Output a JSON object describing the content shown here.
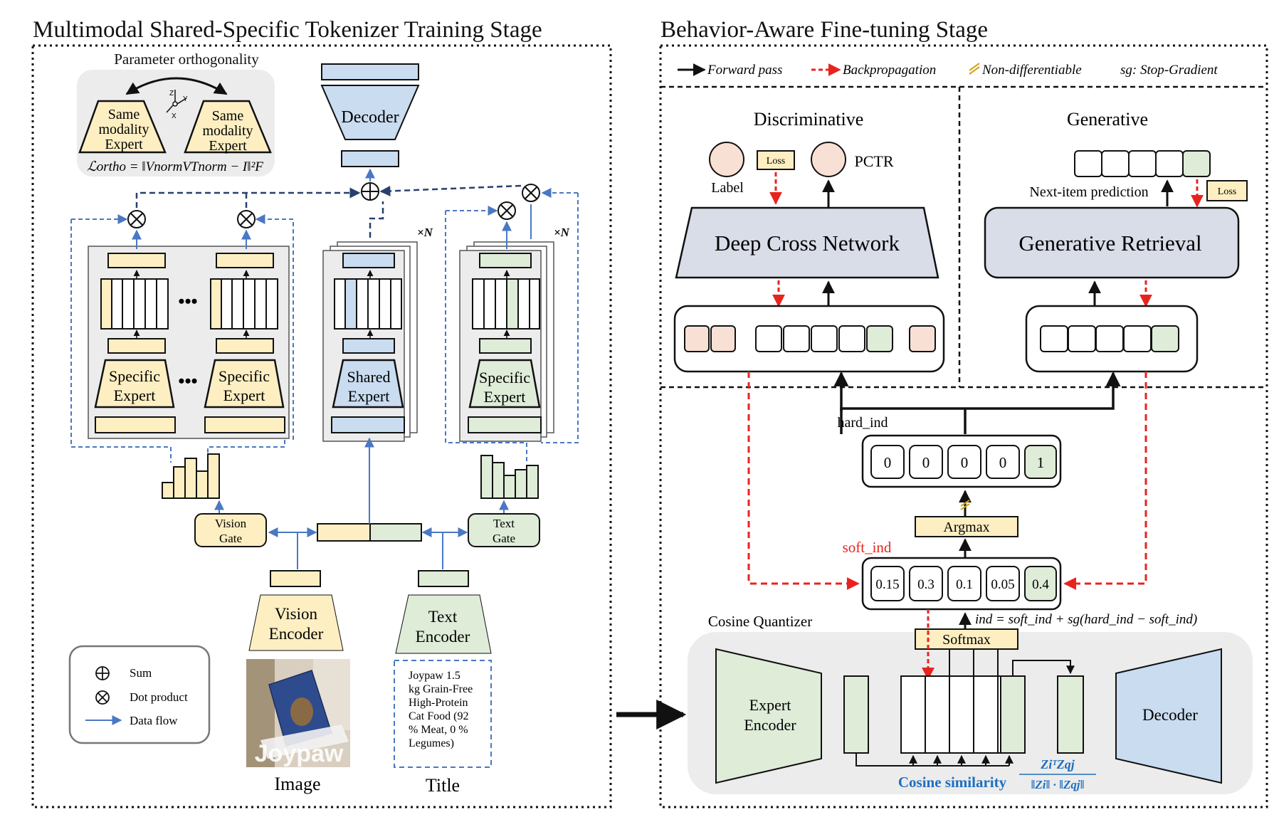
{
  "left_title": "Multimodal Shared-Specific Tokenizer Training Stage",
  "right_title": "Behavior-Aware Fine-tuning Stage",
  "ortho": {
    "title": "Parameter orthogonality",
    "expert_line1": "Same",
    "expert_line2": "modality",
    "expert_line3": "Expert",
    "axis_z": "Z",
    "axis_y": "Y",
    "axis_x": "X",
    "loss": "ℒortho = ‖VnormVTnorm − I‖²F"
  },
  "left": {
    "decoder": "Decoder",
    "dots": "•••",
    "specific_expert_line1": "Specific",
    "specific_expert_line2": "Expert",
    "shared_expert_line1": "Shared",
    "shared_expert_line2": "Expert",
    "times_n": "×N",
    "vision_gate_line1": "Vision",
    "vision_gate_line2": "Gate",
    "text_gate_line1": "Text",
    "text_gate_line2": "Gate",
    "vision_encoder_line1": "Vision",
    "vision_encoder_line2": "Encoder",
    "text_encoder_line1": "Text",
    "text_encoder_line2": "Encoder",
    "image_brand": "Joypaw",
    "title_text_lines": [
      "Joypaw 1.5",
      "kg Grain-Free",
      "High-Protein",
      "Cat Food (92",
      "% Meat, 0 %",
      "Legumes)"
    ],
    "image_label": "Image",
    "title_label": "Title"
  },
  "legend": {
    "sum": "Sum",
    "dot": "Dot product",
    "flow": "Data flow"
  },
  "right": {
    "legend_forward": "Forward pass",
    "legend_back": "Backpropagation",
    "legend_nondiff": "Non-differentiable",
    "legend_sg": "sg: Stop-Gradient",
    "discriminative": "Discriminative",
    "generative": "Generative",
    "label": "Label",
    "loss": "Loss",
    "pctr": "PCTR",
    "dcn": "Deep Cross Network",
    "gen_retrieval": "Generative Retrieval",
    "next_item": "Next-item prediction",
    "hard_ind": "hard_ind",
    "hard_values": [
      "0",
      "0",
      "0",
      "0",
      "1"
    ],
    "argmax": "Argmax",
    "soft_ind": "soft_ind",
    "soft_values": [
      "0.15",
      "0.3",
      "0.1",
      "0.05",
      "0.4"
    ],
    "ind_formula": "ind = soft_ind + sg(hard_ind − soft_ind)",
    "softmax": "Softmax",
    "cosine_quantizer": "Cosine Quantizer",
    "expert_encoder_line1": "Expert",
    "expert_encoder_line2": "Encoder",
    "decoder": "Decoder",
    "cosine_similarity": "Cosine similarity",
    "cos_formula_num": "ZiᵀZqj",
    "cos_formula_den": "‖Zi‖ · ‖Zqj‖"
  },
  "colors": {
    "yellow": "#fdefc2",
    "blue": "#c9dcf0",
    "green": "#deecd8",
    "peach": "#f8e1d4",
    "gray_panel": "#ececec",
    "dcn_fill": "#d8dde8",
    "flow_blue": "#4a78c2",
    "dashed_navy": "#27406e",
    "red": "#e8231f",
    "cosine_blue": "#1f6fbf"
  }
}
